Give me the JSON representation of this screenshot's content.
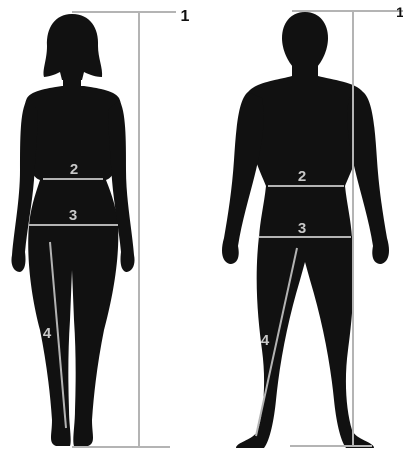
{
  "colors": {
    "silhouette": "#111111",
    "measure_line": "#b4b4b4",
    "label_on_body": "#c8c8c8",
    "label_outside": "#111111",
    "background": "#ffffff"
  },
  "figures": [
    {
      "id": "female",
      "measurements": [
        {
          "number": "1",
          "label": "1"
        },
        {
          "number": "2",
          "label": "2"
        },
        {
          "number": "3",
          "label": "3"
        },
        {
          "number": "4",
          "label": "4"
        }
      ]
    },
    {
      "id": "male",
      "measurements": [
        {
          "number": "1",
          "label": "1"
        },
        {
          "number": "2",
          "label": "2"
        },
        {
          "number": "3",
          "label": "3"
        },
        {
          "number": "4",
          "label": "4"
        }
      ]
    }
  ]
}
